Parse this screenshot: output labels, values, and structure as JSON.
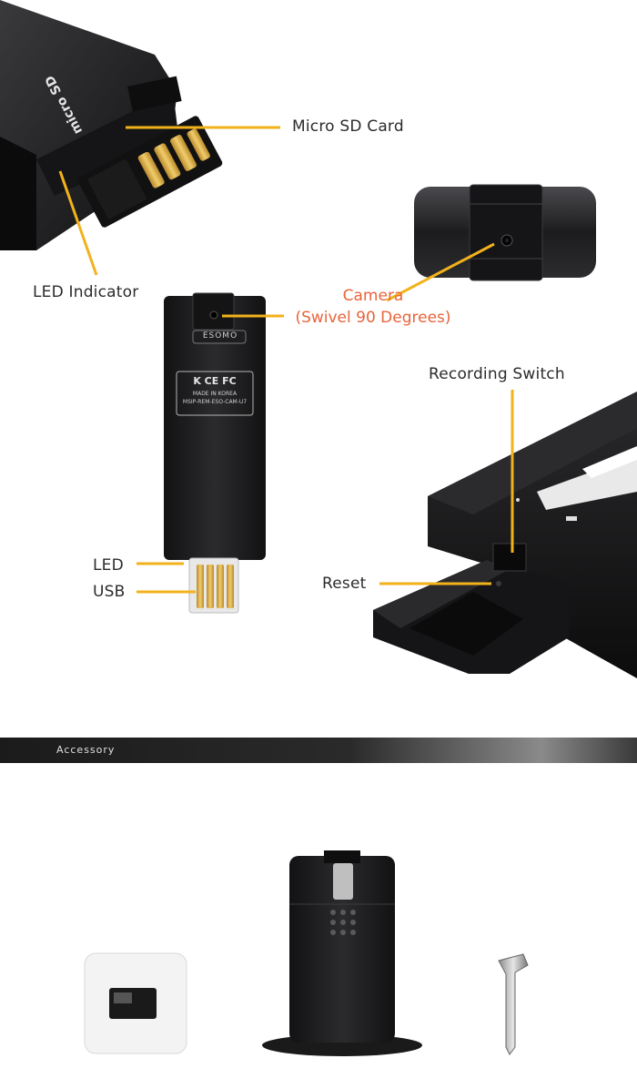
{
  "labels": {
    "micro_sd": "Micro SD Card",
    "led_indicator": "LED Indicator",
    "camera_line1": "Camera",
    "camera_line2": "(Swivel 90 Degrees)",
    "recording_switch": "Recording Switch",
    "led": "LED",
    "usb": "USB",
    "reset": "Reset"
  },
  "device_print": {
    "brand": "ESOMO",
    "certs": "K CE FC",
    "made_in": "MADE IN KOREA",
    "model": "MSIP-REM-ESO-CAM-U7"
  },
  "sd_print": "micro SD",
  "section": {
    "title": "Accessory"
  },
  "colors": {
    "leader": "#f2b21b",
    "accent": "#e8643a",
    "device": "#1c1c1e"
  }
}
